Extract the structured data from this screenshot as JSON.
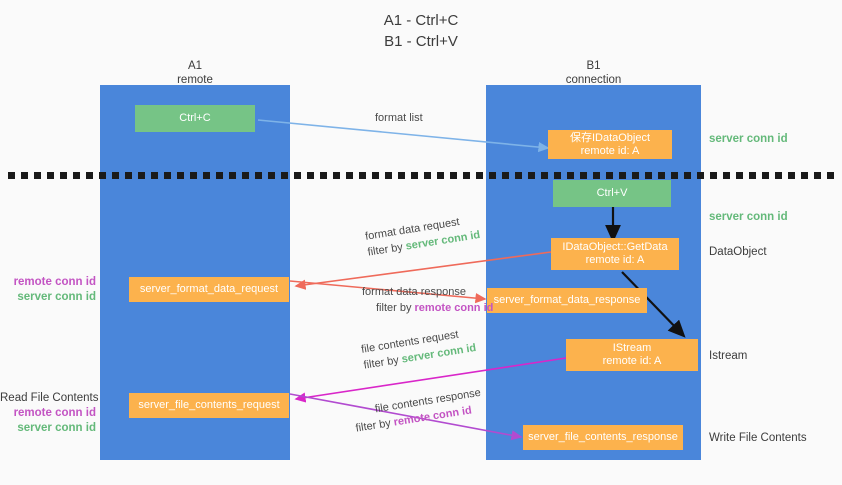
{
  "title": "A1 - Ctrl+C\nB1 - Ctrl+V",
  "columns": {
    "left": {
      "name": "A1",
      "sub": "remote"
    },
    "right": {
      "name": "B1",
      "sub": "connection"
    }
  },
  "boxes": {
    "ctrl_c": "Ctrl+C",
    "ctrl_v": "Ctrl+V",
    "save_idataobject": "保存IDataObject\nremote id: A",
    "getdata": "IDataObject::GetData\nremote id: A",
    "istream": "IStream\nremote id: A",
    "server_format_data_request": "server_format_data_request",
    "server_format_data_response": "server_format_data_response",
    "server_file_contents_request": "server_file_contents_request",
    "server_file_contents_response": "server_file_contents_response"
  },
  "right_annotations": {
    "server_conn_id_top": "server conn id",
    "server_conn_id_mid": "server conn id",
    "dataobject": "DataObject",
    "istream": "Istream",
    "write_file_contents": "Write File Contents"
  },
  "left_annotations": {
    "format_data": {
      "remote": "remote conn id",
      "server": "server conn id"
    },
    "read_file_contents": {
      "heading": "Read File Contents",
      "remote": "remote conn id",
      "server": "server conn id"
    }
  },
  "edge_labels": {
    "format_list": "format list",
    "format_data_request": {
      "line1": "format data request",
      "prefix": "filter by ",
      "value": "server conn id"
    },
    "format_data_response": {
      "line1": "format data response",
      "prefix": "filter by ",
      "value": "remote conn id"
    },
    "file_contents_request": {
      "line1": "file contents request",
      "prefix": "filter by ",
      "value": "server conn id"
    },
    "file_contents_response": {
      "line1": "file contents response",
      "prefix": "filter by ",
      "value": "remote conn id"
    }
  },
  "colors": {
    "lane": "#4a86da",
    "box_green": "#76c486",
    "box_orange": "#fcb24d",
    "accent_green": "#64b97a",
    "accent_purple": "#c354c3",
    "arrow_blue": "#7eb3e8",
    "arrow_red": "#ef6a5a",
    "arrow_magenta": "#d926c9",
    "arrow_purple": "#b24bd0",
    "arrow_black": "#111111",
    "background": "#fafafa"
  }
}
